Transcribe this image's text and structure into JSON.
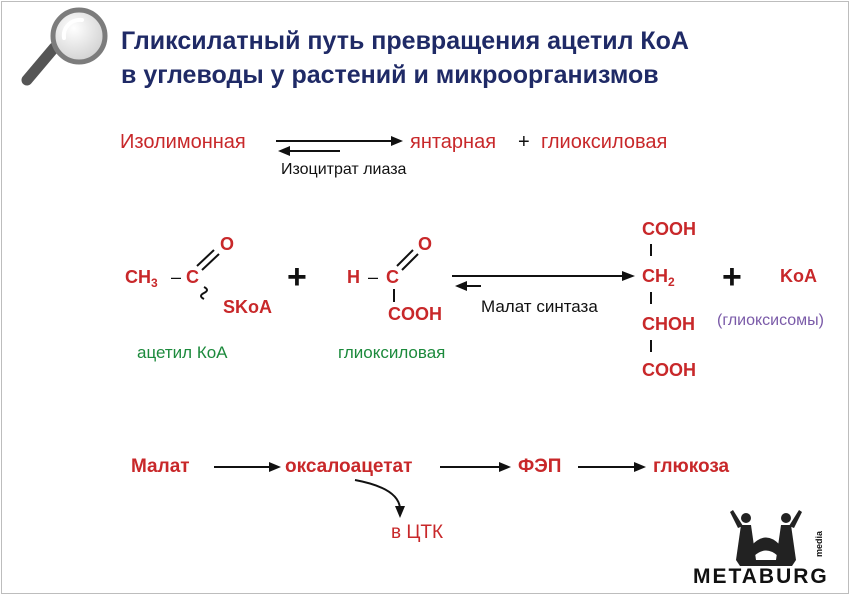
{
  "title": {
    "line1": "Гликсилатный путь превращения ацетил КоА",
    "line2": "в углеводы у растений и микроорганизмов"
  },
  "reaction1": {
    "substrate": "Изолимонная",
    "product1": "янтарная",
    "plus": "+",
    "product2": "глиоксиловая",
    "enzyme": "Изоцитрат лиаза"
  },
  "reaction2": {
    "acetyl": {
      "ch": "CH",
      "sub": "3",
      "bond": "–",
      "c": "C",
      "o": "O",
      "skoa": "SKoA",
      "label": "ацетил КоА"
    },
    "plus": "+",
    "glyox": {
      "h": "H",
      "bond": "–",
      "c": "C",
      "o": "O",
      "cooh": "COOH",
      "label": "глиоксиловая"
    },
    "enzyme": "Малат синтаза",
    "malate": {
      "cooh_top": "COOH",
      "ch": "CH",
      "ch_sub": "2",
      "choh": "CHOH",
      "cooh_bottom": "COOH"
    },
    "plus2": "+",
    "koa": "KoA",
    "location": "(глиоксисомы)"
  },
  "pathway": {
    "steps": [
      "Малат",
      "оксалоацетат",
      "ФЭП",
      "глюкоза"
    ],
    "branch": "в ЦТК"
  },
  "logo": {
    "brand": "METABURG",
    "tag": "media"
  },
  "icons": {
    "title_icon": "magnifier-icon",
    "logo_icon": "metaburg-logo-icon"
  },
  "colors": {
    "title": "#1f2a66",
    "red": "#c8282a",
    "green": "#1c8a3c",
    "purple": "#7a5aa8"
  }
}
